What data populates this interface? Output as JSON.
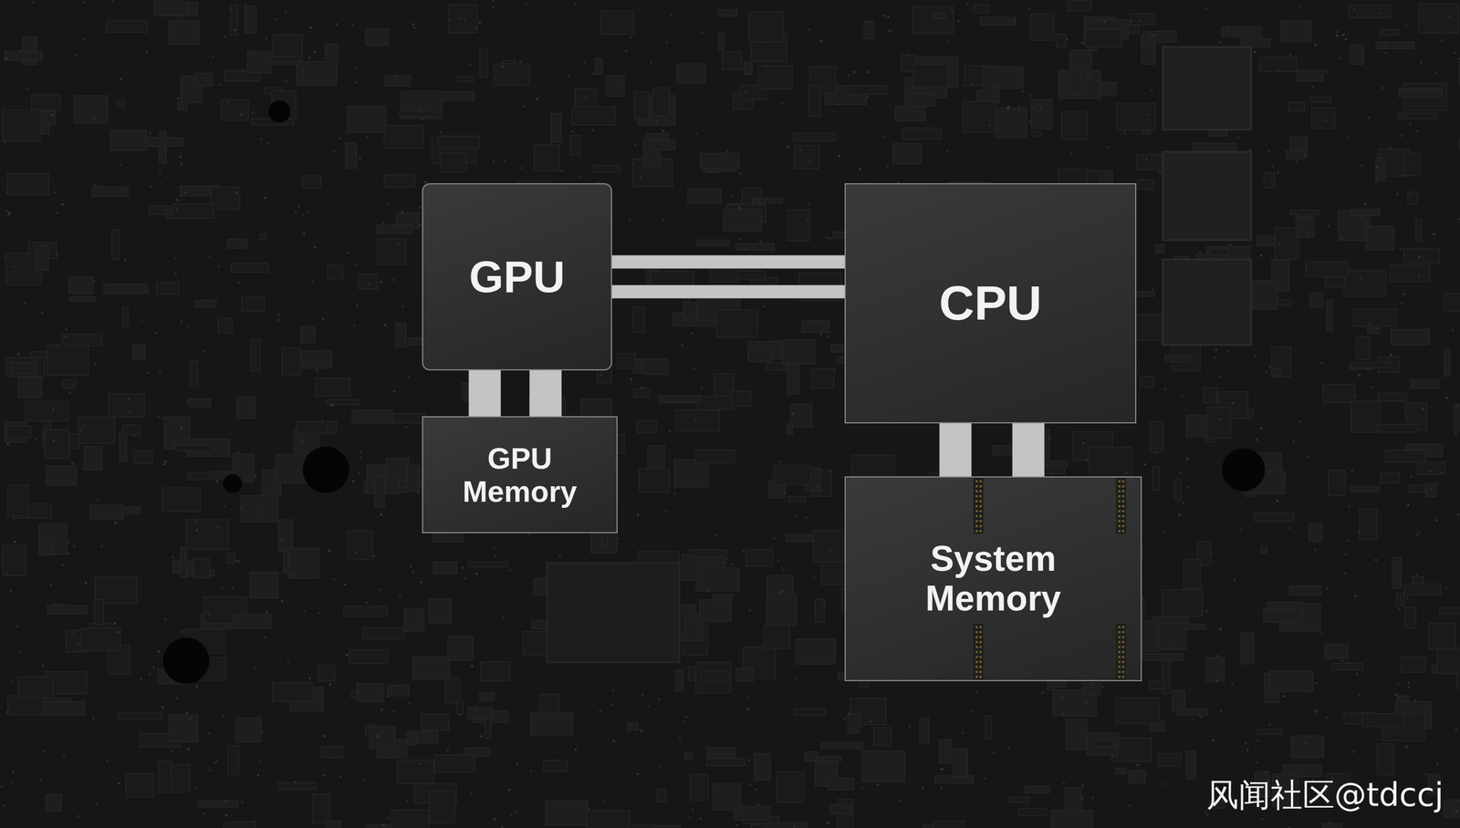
{
  "diagram": {
    "nodes": [
      {
        "text": [
          "GPU"
        ]
      },
      {
        "text": [
          "CPU"
        ]
      },
      {
        "text": [
          "GPU Memory"
        ]
      },
      {
        "text": [
          "System Memory"
        ]
      }
    ],
    "edges": [
      {
        "from": 0,
        "to": 1,
        "arrow": "none"
      },
      {
        "from": 0,
        "to": 1,
        "arrow": "none"
      },
      {
        "from": 0,
        "to": 2,
        "arrow": "none"
      },
      {
        "from": 0,
        "to": 2,
        "arrow": "none"
      },
      {
        "from": 1,
        "to": 3,
        "arrow": "none"
      },
      {
        "from": 1,
        "to": 3,
        "arrow": "none"
      }
    ],
    "labels": [
      "风闻社区@tdccj"
    ]
  }
}
